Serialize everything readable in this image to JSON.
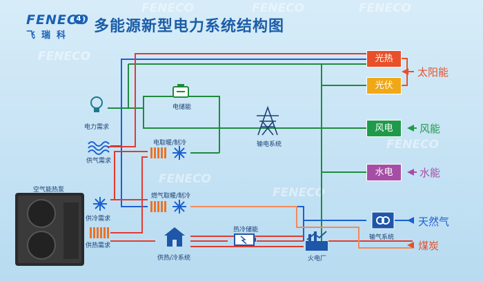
{
  "logo": {
    "brand": "FENECO",
    "badge": "4",
    "cn": "飞瑞科"
  },
  "title": "多能源新型电力系统结构图",
  "watermark": "FENECO",
  "labels": {
    "power_demand": "电力需求",
    "gas_demand": "供气需求",
    "cool_demand": "供冷需求",
    "heat_demand": "供热需求",
    "air_heatpump": "空气能热泵",
    "storage": "电储能",
    "elec_heat_cool": "电取暖/制冷",
    "gas_heat_cool": "燃气取暖/制冷",
    "grid": "输电系统",
    "thermal_storage": "热冷储能",
    "heat_cool_system": "供热/冷系统",
    "power_plant": "火电厂",
    "gas_system": "输气系统"
  },
  "boxes": {
    "solar_thermal": "光热",
    "pv": "光伏",
    "wind_power": "风电",
    "hydro_power": "水电"
  },
  "sources": {
    "solar": "太阳能",
    "wind": "风能",
    "water": "水能",
    "natural_gas": "天然气",
    "coal": "煤炭"
  },
  "colors": {
    "power_line": "#1e8a3c",
    "heat_line": "#e03a2f",
    "gas_line": "#1b5fd0",
    "coal_line": "#f08a5a",
    "solar_thermal_box": "#e8502a",
    "pv_box": "#f0a818",
    "wind_box": "#1f9a4a",
    "hydro_box": "#a64ea5",
    "gas_box": "#1e56a8"
  },
  "icons": [
    "bulb-icon",
    "gas-flame-icon",
    "snowflake-icon",
    "radiator-icon",
    "battery-icon",
    "pylon-icon",
    "house-icon",
    "factory-icon",
    "gas-loop-icon",
    "heat-pump-icon"
  ]
}
